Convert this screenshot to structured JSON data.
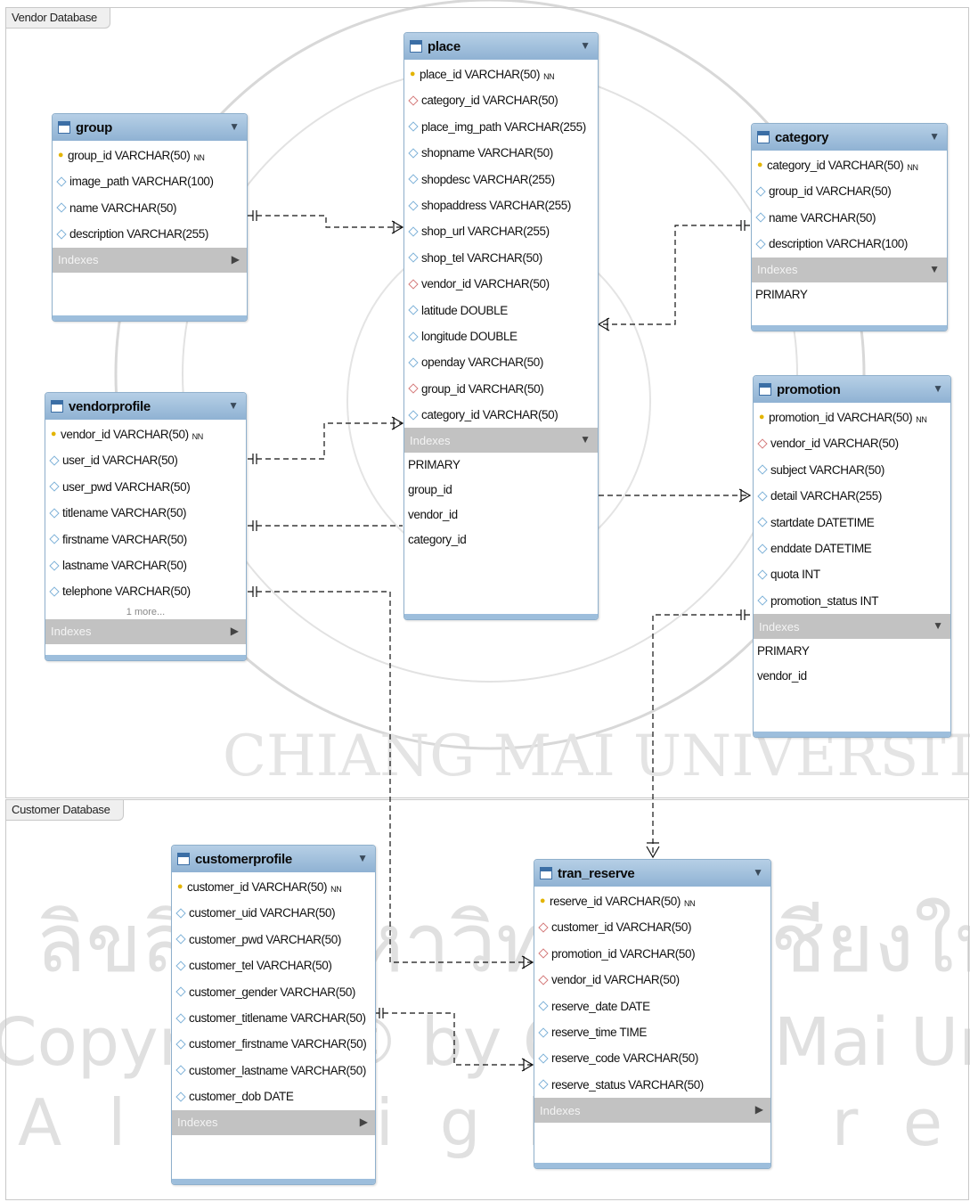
{
  "regions": {
    "vendor": "Vendor Database",
    "customer": "Customer Database"
  },
  "indexes_label": "Indexes",
  "nn_label": "NN",
  "watermark": {
    "university": "CHIANG MAI UNIVERSITY",
    "thai": "ลิขสิทธิ์มหาวิทยาลัยเชียงใหม่",
    "copyright": "Copyright © by Chiang Mai University",
    "rights": "All rights reserved"
  },
  "tables": {
    "group": {
      "name": "group",
      "columns": [
        {
          "text": "group_id VARCHAR(50)",
          "kind": "pk",
          "nn": true
        },
        {
          "text": "image_path VARCHAR(100)",
          "kind": "col"
        },
        {
          "text": "name VARCHAR(50)",
          "kind": "col"
        },
        {
          "text": "description VARCHAR(255)",
          "kind": "col"
        }
      ],
      "indexes": []
    },
    "place": {
      "name": "place",
      "columns": [
        {
          "text": "place_id VARCHAR(50)",
          "kind": "pk",
          "nn": true
        },
        {
          "text": "category_id VARCHAR(50)",
          "kind": "fk"
        },
        {
          "text": "place_img_path VARCHAR(255)",
          "kind": "col"
        },
        {
          "text": "shopname VARCHAR(50)",
          "kind": "col"
        },
        {
          "text": "shopdesc VARCHAR(255)",
          "kind": "col"
        },
        {
          "text": "shopaddress VARCHAR(255)",
          "kind": "col"
        },
        {
          "text": "shop_url VARCHAR(255)",
          "kind": "col"
        },
        {
          "text": "shop_tel VARCHAR(50)",
          "kind": "col"
        },
        {
          "text": "vendor_id VARCHAR(50)",
          "kind": "fk"
        },
        {
          "text": "latitude DOUBLE",
          "kind": "col"
        },
        {
          "text": "longitude DOUBLE",
          "kind": "col"
        },
        {
          "text": "openday VARCHAR(50)",
          "kind": "col"
        },
        {
          "text": "group_id VARCHAR(50)",
          "kind": "fk"
        },
        {
          "text": "category_id VARCHAR(50)",
          "kind": "col"
        }
      ],
      "indexes": [
        "PRIMARY",
        "group_id",
        "vendor_id",
        "category_id"
      ]
    },
    "category": {
      "name": "category",
      "columns": [
        {
          "text": "category_id VARCHAR(50)",
          "kind": "pk",
          "nn": true
        },
        {
          "text": "group_id VARCHAR(50)",
          "kind": "col"
        },
        {
          "text": "name VARCHAR(50)",
          "kind": "col"
        },
        {
          "text": "description VARCHAR(100)",
          "kind": "col"
        }
      ],
      "indexes": [
        "PRIMARY"
      ]
    },
    "vendorprofile": {
      "name": "vendorprofile",
      "columns": [
        {
          "text": "vendor_id VARCHAR(50)",
          "kind": "pk",
          "nn": true
        },
        {
          "text": "user_id VARCHAR(50)",
          "kind": "col"
        },
        {
          "text": "user_pwd VARCHAR(50)",
          "kind": "col"
        },
        {
          "text": "titlename VARCHAR(50)",
          "kind": "col"
        },
        {
          "text": "firstname VARCHAR(50)",
          "kind": "col"
        },
        {
          "text": "lastname VARCHAR(50)",
          "kind": "col"
        },
        {
          "text": "telephone VARCHAR(50)",
          "kind": "col"
        }
      ],
      "more": "1 more...",
      "indexes": []
    },
    "promotion": {
      "name": "promotion",
      "columns": [
        {
          "text": "promotion_id VARCHAR(50)",
          "kind": "pk",
          "nn": true
        },
        {
          "text": "vendor_id VARCHAR(50)",
          "kind": "fk"
        },
        {
          "text": "subject VARCHAR(50)",
          "kind": "col"
        },
        {
          "text": "detail VARCHAR(255)",
          "kind": "col"
        },
        {
          "text": "startdate DATETIME",
          "kind": "col"
        },
        {
          "text": "enddate DATETIME",
          "kind": "col"
        },
        {
          "text": "quota INT",
          "kind": "col"
        },
        {
          "text": "promotion_status INT",
          "kind": "col"
        }
      ],
      "indexes": [
        "PRIMARY",
        "vendor_id"
      ]
    },
    "customerprofile": {
      "name": "customerprofile",
      "columns": [
        {
          "text": "customer_id VARCHAR(50)",
          "kind": "pk",
          "nn": true
        },
        {
          "text": "customer_uid VARCHAR(50)",
          "kind": "col"
        },
        {
          "text": "customer_pwd VARCHAR(50)",
          "kind": "col"
        },
        {
          "text": "customer_tel VARCHAR(50)",
          "kind": "col"
        },
        {
          "text": "customer_gender VARCHAR(50)",
          "kind": "col"
        },
        {
          "text": "customer_titlename VARCHAR(50)",
          "kind": "col"
        },
        {
          "text": "customer_firstname VARCHAR(50)",
          "kind": "col"
        },
        {
          "text": "customer_lastname VARCHAR(50)",
          "kind": "col"
        },
        {
          "text": "customer_dob DATE",
          "kind": "col"
        }
      ],
      "indexes": []
    },
    "tran_reserve": {
      "name": "tran_reserve",
      "columns": [
        {
          "text": "reserve_id VARCHAR(50)",
          "kind": "pk",
          "nn": true
        },
        {
          "text": "customer_id VARCHAR(50)",
          "kind": "fk"
        },
        {
          "text": "promotion_id VARCHAR(50)",
          "kind": "fk"
        },
        {
          "text": "vendor_id VARCHAR(50)",
          "kind": "fk"
        },
        {
          "text": "reserve_date DATE",
          "kind": "col"
        },
        {
          "text": "reserve_time TIME",
          "kind": "col"
        },
        {
          "text": "reserve_code VARCHAR(50)",
          "kind": "col"
        },
        {
          "text": "reserve_status VARCHAR(50)",
          "kind": "col"
        }
      ],
      "indexes": []
    }
  }
}
